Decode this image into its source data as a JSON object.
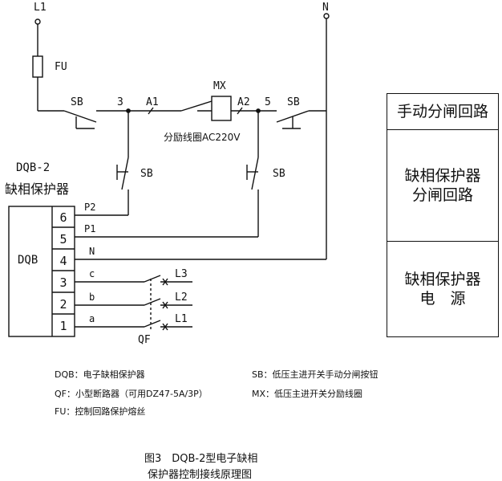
{
  "nodes": {
    "l1": "L1",
    "n": "N",
    "fu": "FU",
    "sb_top_left": "SB",
    "sb_top_right": "SB",
    "sb_mid_left": "SB",
    "sb_mid_right": "SB",
    "node_3": "3",
    "node_a1": "A1",
    "node_a2": "A2",
    "node_5": "5",
    "mx": "MX",
    "coil_label": "分励线圈AC220V",
    "qf": "QF"
  },
  "device": {
    "title_line1": "DQB-2",
    "title_line2": "缺相保护器",
    "name": "DQB",
    "terminals": [
      "6",
      "5",
      "4",
      "3",
      "2",
      "1"
    ],
    "wires": [
      "P2",
      "P1",
      "N",
      "c",
      "b",
      "a"
    ],
    "phases": [
      "L3",
      "L2",
      "L1"
    ]
  },
  "side_panels": {
    "manual": "手动分闸回路",
    "phase_trip_line1": "缺相保护器",
    "phase_trip_line2": "分闸回路",
    "power_line1": "缺相保护器",
    "power_line2": "电　源"
  },
  "legend": {
    "dqb": "DQB：电子缺相保护器",
    "sb": "SB：低压主进开关手动分闸按钮",
    "qf": "QF：小型断路器（可用DZ47-5A/3P）",
    "mx": "MX：低压主进开关分励线圈",
    "fu": "FU：控制回路保护熔丝"
  },
  "caption": {
    "line1": "图3　DQB-2型电子缺相",
    "line2": "保护器控制接线原理图"
  }
}
